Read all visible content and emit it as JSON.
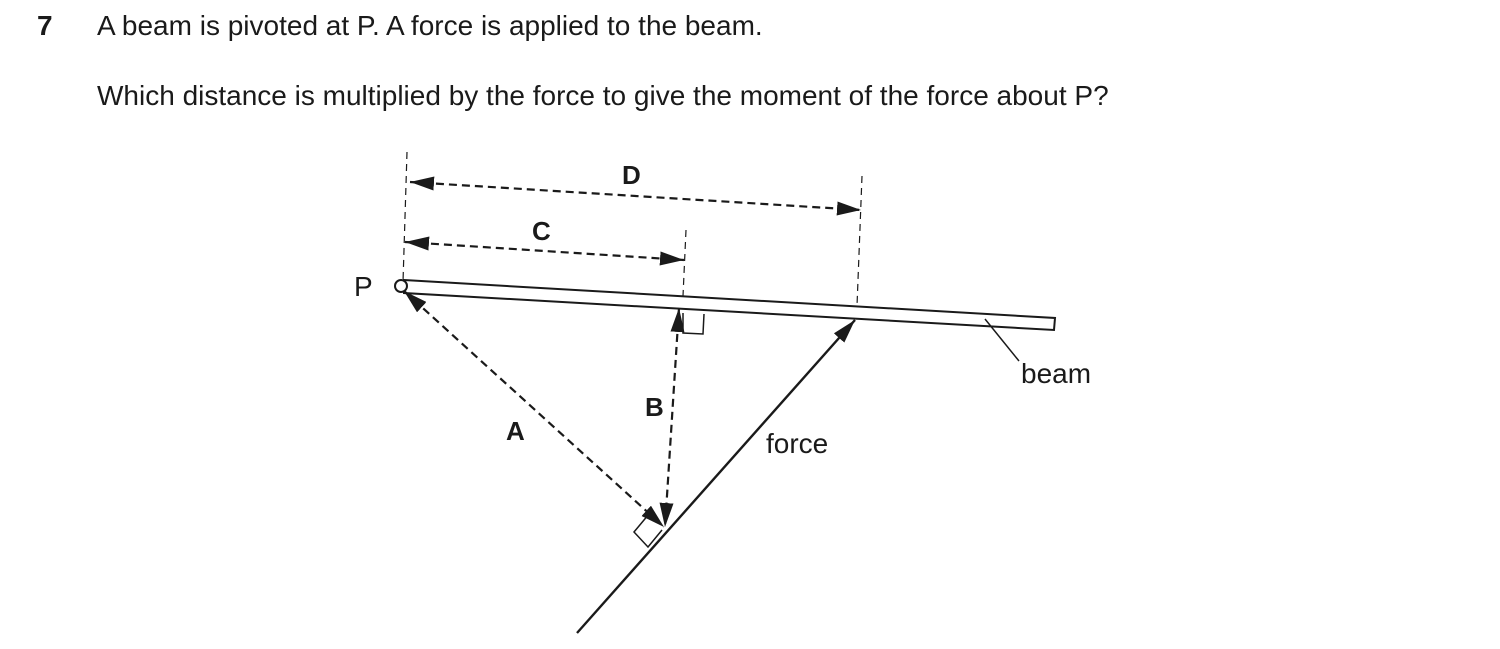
{
  "question": {
    "number": "7",
    "line1": "A beam is pivoted at P. A force is applied to the beam.",
    "line2": "Which distance is multiplied by the force to give the moment of the force about P?"
  },
  "diagram": {
    "labels": {
      "pivot": "P",
      "option_a": "A",
      "option_b": "B",
      "option_c": "C",
      "option_d": "D",
      "force": "force",
      "beam": "beam"
    }
  }
}
